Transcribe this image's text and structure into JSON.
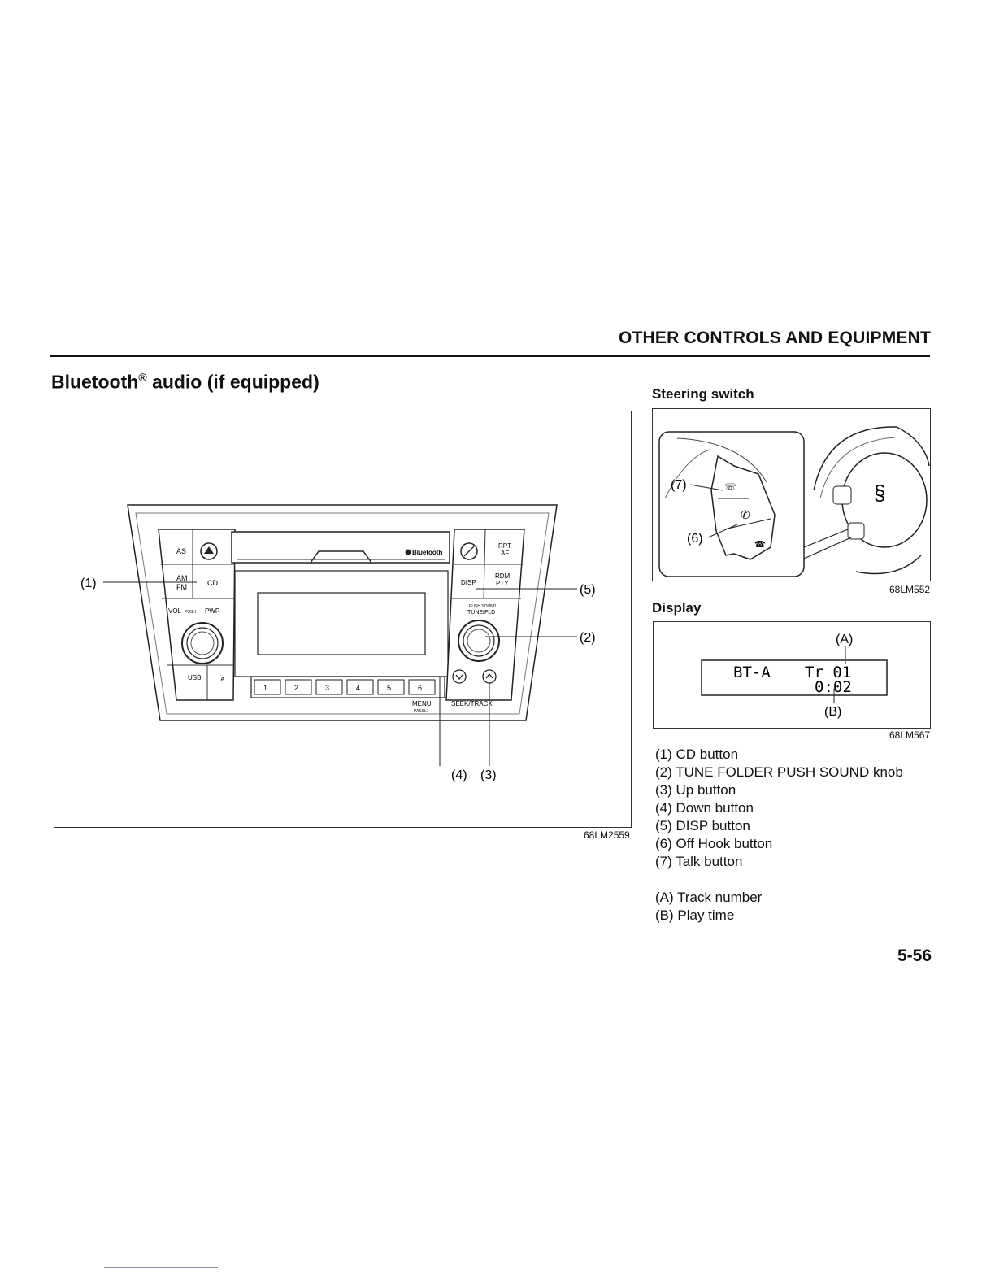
{
  "header": {
    "section_title": "OTHER CONTROLS AND EQUIPMENT"
  },
  "page": {
    "title_pre": "Bluetooth",
    "title_sup": "®",
    "title_post": " audio (if equipped)",
    "page_number": "5-56"
  },
  "figure_main": {
    "code": "68LM2559",
    "callouts": [
      "(1)",
      "(5)",
      "(2)",
      "(4)",
      "(3)"
    ],
    "panel_labels": {
      "as": "AS",
      "am": "AM",
      "fm": "FM",
      "cd": "CD",
      "vol": "VOL",
      "push": "PUSH",
      "pwr": "PWR",
      "usb": "USB",
      "ta": "TA",
      "bluetooth": "Bluetooth",
      "rpt": "RPT",
      "af": "AF",
      "rdm": "RDM",
      "pty": "PTY",
      "disp": "DISP",
      "push_sound": "PUSH SOUND",
      "tune_fld": "TUNE/FLD",
      "presets": [
        "1",
        "2",
        "3",
        "4",
        "5",
        "6"
      ],
      "menu": "MENU",
      "pass": "PASSL1",
      "seek_track": "SEEK/TRACK"
    }
  },
  "steering": {
    "heading": "Steering switch",
    "code": "68LM552",
    "callouts": [
      "(7)",
      "(6)"
    ]
  },
  "display": {
    "heading": "Display",
    "code": "68LM567",
    "callouts": [
      "(A)",
      "(B)"
    ],
    "lcd_source": "BT-A",
    "lcd_track": "Tr 01",
    "lcd_time": "0:02"
  },
  "legend": [
    "(1) CD button",
    "(2) TUNE FOLDER PUSH SOUND knob",
    "(3) Up button",
    "(4) Down button",
    "(5) DISP button",
    "(6) Off Hook button",
    "(7) Talk button"
  ],
  "legend_ab": [
    "(A) Track number",
    "(B) Play time"
  ]
}
